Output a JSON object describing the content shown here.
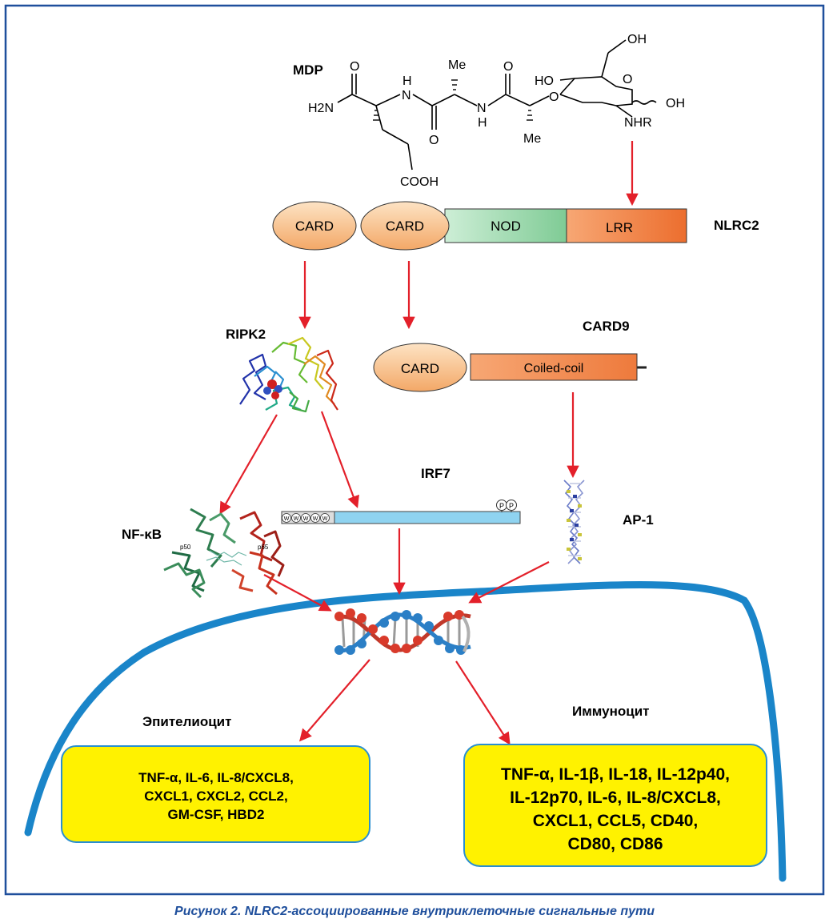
{
  "mdp": {
    "label": "MDP",
    "atoms": {
      "o1": "O",
      "h2n": "H2N",
      "nh1_h": "H",
      "nh1_n": "N",
      "o2": "O",
      "me1": "Me",
      "nh2_n": "N",
      "nh2_h": "H",
      "o3": "O",
      "me2": "Me",
      "cooh": "COOH",
      "ho_ring": "HO",
      "o_link": "O",
      "o_ring": "O",
      "oh_top": "OH",
      "oh_right": "OH",
      "nhr": "NHR"
    }
  },
  "nlrc2": {
    "label": "NLRC2",
    "domains": {
      "card1": "CARD",
      "card2": "CARD",
      "nod": "NOD",
      "lrr": "LRR"
    }
  },
  "ripk2": {
    "label": "RIPK2"
  },
  "card9": {
    "label": "CARD9",
    "card": "CARD",
    "coiled": "Coiled-coil"
  },
  "irf7": {
    "label": "IRF7",
    "motif": "W",
    "phospho": "P"
  },
  "nfkb": {
    "label": "NF-κB",
    "p50": "p50",
    "p65": "p65"
  },
  "ap1": {
    "label": "AP-1"
  },
  "cells": {
    "epithelial": "Эпителиоцит",
    "immune": "Иммуноцит"
  },
  "outputs": {
    "epithelial_lines": [
      "TNF-α, IL-6, IL-8/CXCL8,",
      "CXCL1, CXCL2, CCL2,",
      "GM-CSF, HBD2"
    ],
    "immune_lines": [
      "TNF-α, IL-1β, IL-18, IL-12p40,",
      "IL-12p70, IL-6, IL-8/CXCL8,",
      "CXCL1, CCL5, CD40,",
      "CD80, CD86"
    ]
  },
  "caption": "Рисунок 2. NLRC2-ассоциированные внутриклеточные сигнальные пути",
  "colors": {
    "frame": "#1f4f9c",
    "arrow": "#e3202a",
    "membrane": "#1a85c9",
    "card_fill": "#f6b77a",
    "nod_fill": "#a8dcb5",
    "lrr_fill": "#f08a4c",
    "box_fill": "#fff200",
    "irf7_bar": "#8fd3f0",
    "dna_red": "#d93a2b",
    "dna_blue": "#2b7fc6"
  }
}
